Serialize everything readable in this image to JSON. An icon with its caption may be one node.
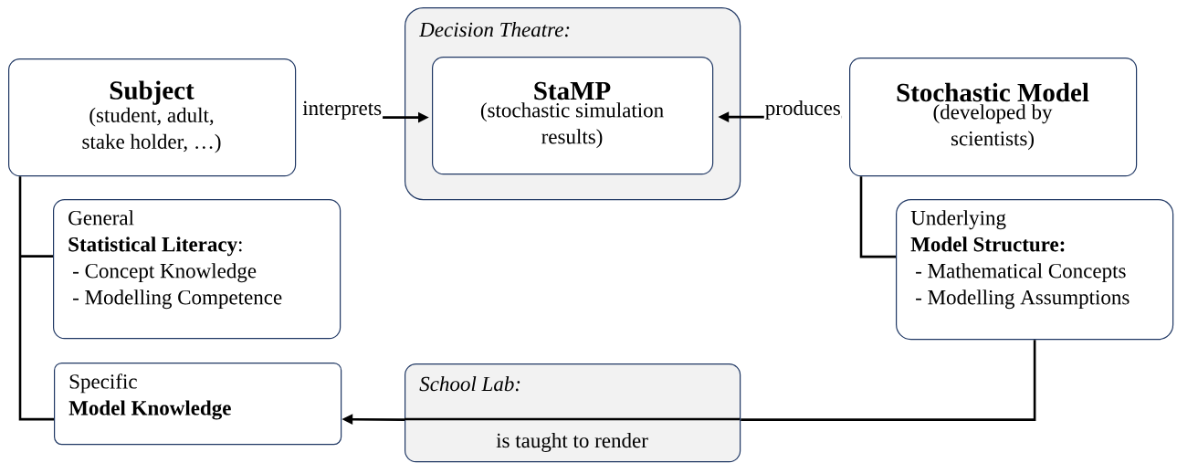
{
  "diagram": {
    "nodes": [
      {
        "text": [
          "Decision Theatre:"
        ]
      },
      {
        "text": [
          "StaMP",
          "(stochastic simulation results)"
        ],
        "in": 0
      },
      {
        "text": [
          "Subject",
          "(student, adult, stake holder, …)"
        ]
      },
      {
        "text": [
          "Stochastic Model",
          "(developed by scientists)"
        ]
      },
      {
        "text": [
          "General",
          "**Statistical Literacy**:",
          "- Concept Knowledge",
          "- Modelling Competence"
        ]
      },
      {
        "text": [
          "Underlying",
          "Model Structure:",
          "- Mathematical Concepts",
          "- Modelling Assumptions"
        ]
      },
      {
        "text": [
          "Specific",
          "Model Knowledge"
        ]
      },
      {
        "text": [
          "School Lab:",
          "is taught to render"
        ]
      }
    ],
    "edges": [
      {
        "from": 2,
        "to": 1,
        "arrow": "to",
        "label": "interprets"
      },
      {
        "from": 3,
        "to": 1,
        "arrow": "to",
        "label": "produces"
      },
      {
        "from": 2,
        "to": 4,
        "arrow": "none"
      },
      {
        "from": 2,
        "to": 6,
        "arrow": "none"
      },
      {
        "from": 3,
        "to": 5,
        "arrow": "none"
      },
      {
        "from": 5,
        "to": 7,
        "arrow": "none"
      },
      {
        "from": 7,
        "to": 6,
        "arrow": "to"
      }
    ]
  }
}
